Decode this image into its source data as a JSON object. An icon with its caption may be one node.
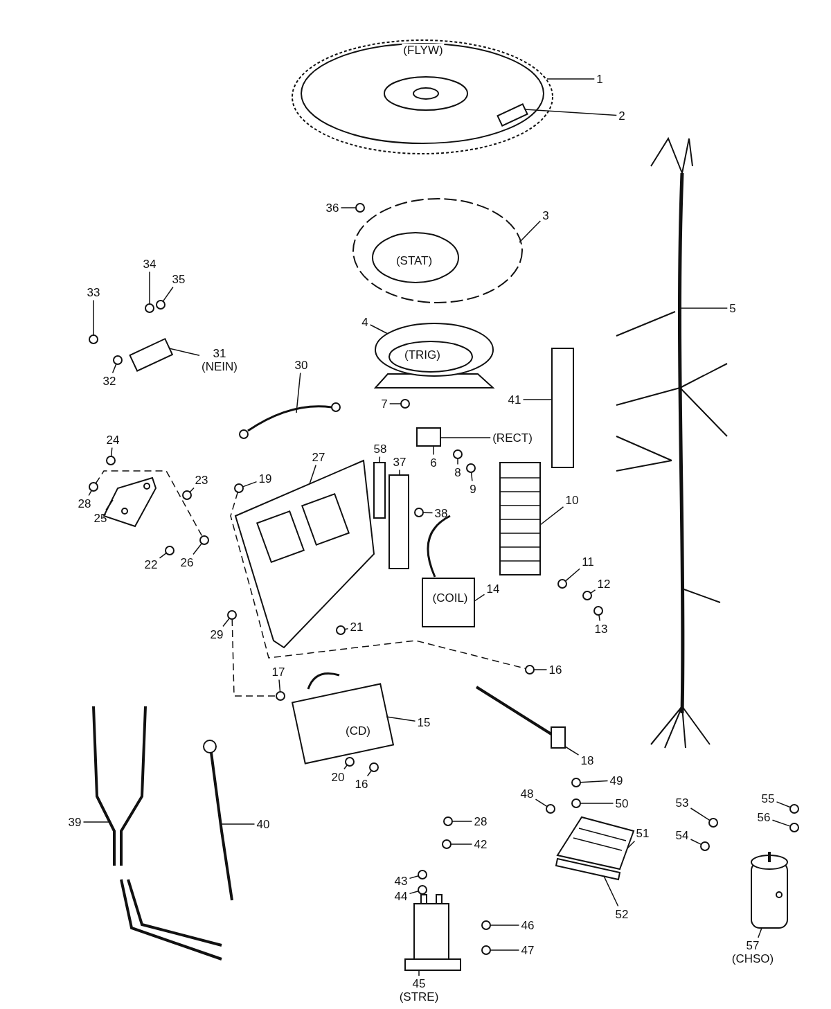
{
  "diagram": {
    "nodes": [
      {
        "text": [
          "1"
        ]
      },
      {
        "text": [
          "2"
        ]
      },
      {
        "text": [
          "36"
        ]
      },
      {
        "text": [
          "3"
        ]
      },
      {
        "text": [
          "5"
        ]
      },
      {
        "text": [
          "34"
        ]
      },
      {
        "text": [
          "35"
        ]
      },
      {
        "text": [
          "33"
        ]
      },
      {
        "text": [
          "32"
        ]
      },
      {
        "text": [
          "31",
          "(NEIN)"
        ]
      },
      {
        "text": [
          "4"
        ]
      },
      {
        "text": [
          "41"
        ]
      },
      {
        "text": [
          "30"
        ]
      },
      {
        "text": [
          "7"
        ]
      },
      {
        "text": [
          "(RECT)"
        ]
      },
      {
        "text": [
          "6"
        ]
      },
      {
        "text": [
          "8"
        ]
      },
      {
        "text": [
          "9"
        ]
      },
      {
        "text": [
          "24"
        ]
      },
      {
        "text": [
          "27"
        ]
      },
      {
        "text": [
          "58"
        ]
      },
      {
        "text": [
          "37"
        ]
      },
      {
        "text": [
          "19"
        ]
      },
      {
        "text": [
          "23"
        ]
      },
      {
        "text": [
          "28"
        ]
      },
      {
        "text": [
          "25"
        ]
      },
      {
        "text": [
          "10"
        ]
      },
      {
        "text": [
          "38"
        ]
      },
      {
        "text": [
          "22"
        ]
      },
      {
        "text": [
          "26"
        ]
      },
      {
        "text": [
          "14"
        ]
      },
      {
        "text": [
          "11"
        ]
      },
      {
        "text": [
          "12"
        ]
      },
      {
        "text": [
          "13"
        ]
      },
      {
        "text": [
          "29"
        ]
      },
      {
        "text": [
          "21"
        ]
      },
      {
        "text": [
          "16"
        ]
      },
      {
        "text": [
          "17"
        ]
      },
      {
        "text": [
          "15"
        ]
      },
      {
        "text": [
          "18"
        ]
      },
      {
        "text": [
          "39"
        ]
      },
      {
        "text": [
          "40"
        ]
      },
      {
        "text": [
          "20"
        ]
      },
      {
        "text": [
          "16"
        ]
      },
      {
        "text": [
          "28"
        ]
      },
      {
        "text": [
          "42"
        ]
      },
      {
        "text": [
          "48"
        ]
      },
      {
        "text": [
          "49"
        ]
      },
      {
        "text": [
          "50"
        ]
      },
      {
        "text": [
          "53"
        ]
      },
      {
        "text": [
          "55"
        ]
      },
      {
        "text": [
          "56"
        ]
      },
      {
        "text": [
          "54"
        ]
      },
      {
        "text": [
          "51"
        ]
      },
      {
        "text": [
          "43"
        ]
      },
      {
        "text": [
          "44"
        ]
      },
      {
        "text": [
          "46"
        ]
      },
      {
        "text": [
          "47"
        ]
      },
      {
        "text": [
          "52"
        ]
      },
      {
        "text": [
          "57",
          "(CHSO)"
        ]
      },
      {
        "text": [
          "45",
          "(STRE)"
        ]
      },
      {
        "text": [],
        "shape": "picture"
      },
      {
        "text": [],
        "shape": "box",
        "in": 61
      },
      {
        "text": [],
        "shape": "circle"
      },
      {
        "text": [],
        "shape": "picture"
      },
      {
        "text": [],
        "shape": "picture"
      },
      {
        "text": [],
        "shape": "circle"
      },
      {
        "text": [],
        "shape": "circle"
      },
      {
        "text": [],
        "shape": "circle"
      },
      {
        "text": [],
        "shape": "circle"
      },
      {
        "text": [],
        "shape": "box"
      },
      {
        "text": [],
        "shape": "picture"
      },
      {
        "text": [],
        "shape": "box"
      },
      {
        "text": [],
        "shape": "picture"
      },
      {
        "text": [],
        "shape": "circle"
      },
      {
        "text": [],
        "shape": "box"
      },
      {
        "text": [],
        "shape": "circle"
      },
      {
        "text": [],
        "shape": "circle"
      },
      {
        "text": [],
        "shape": "circle"
      },
      {
        "text": [],
        "shape": "picture"
      },
      {
        "text": [],
        "shape": "box"
      },
      {
        "text": [],
        "shape": "box"
      },
      {
        "text": [],
        "shape": "circle"
      },
      {
        "text": [],
        "shape": "circle"
      },
      {
        "text": [],
        "shape": "circle"
      },
      {
        "text": [],
        "shape": "picture"
      },
      {
        "text": [],
        "shape": "picture"
      },
      {
        "text": [],
        "shape": "circle"
      },
      {
        "text": [],
        "shape": "circle"
      },
      {
        "text": [],
        "shape": "circle"
      },
      {
        "text": [],
        "shape": "picture"
      },
      {
        "text": [],
        "shape": "circle"
      },
      {
        "text": [],
        "shape": "circle"
      },
      {
        "text": [],
        "shape": "circle"
      },
      {
        "text": [],
        "shape": "circle"
      },
      {
        "text": [],
        "shape": "circle"
      },
      {
        "text": [],
        "shape": "circle"
      },
      {
        "text": [],
        "shape": "circle"
      },
      {
        "text": [],
        "shape": "picture"
      },
      {
        "text": [],
        "shape": "picture"
      },
      {
        "text": [],
        "shape": "picture"
      },
      {
        "text": [],
        "shape": "picture"
      },
      {
        "text": [],
        "shape": "circle"
      },
      {
        "text": [],
        "shape": "circle"
      },
      {
        "text": [],
        "shape": "circle"
      },
      {
        "text": [],
        "shape": "circle"
      },
      {
        "text": [],
        "shape": "circle"
      },
      {
        "text": [],
        "shape": "circle"
      },
      {
        "text": [],
        "shape": "circle"
      },
      {
        "text": [],
        "shape": "circle"
      },
      {
        "text": [],
        "shape": "circle"
      },
      {
        "text": [],
        "shape": "circle"
      },
      {
        "text": [],
        "shape": "circle"
      },
      {
        "text": [],
        "shape": "picture"
      },
      {
        "text": [],
        "shape": "circle"
      },
      {
        "text": [],
        "shape": "circle"
      },
      {
        "text": [],
        "shape": "circle"
      },
      {
        "text": [],
        "shape": "circle"
      },
      {
        "text": [],
        "shape": "bar"
      },
      {
        "text": [],
        "shape": "picture"
      },
      {
        "text": [],
        "shape": "picture"
      }
    ],
    "edges": [
      {
        "from": 0,
        "to": 61,
        "arrow": "none"
      },
      {
        "from": 1,
        "to": 62,
        "arrow": "none"
      },
      {
        "from": 2,
        "to": 63,
        "arrow": "none"
      },
      {
        "from": 3,
        "to": 64,
        "arrow": "none"
      },
      {
        "from": 4,
        "to": 65,
        "arrow": "none"
      },
      {
        "from": 5,
        "to": 66,
        "arrow": "none"
      },
      {
        "from": 6,
        "to": 67,
        "arrow": "none"
      },
      {
        "from": 7,
        "to": 68,
        "arrow": "none"
      },
      {
        "from": 8,
        "to": 69,
        "arrow": "none"
      },
      {
        "from": 9,
        "to": 70,
        "arrow": "none"
      },
      {
        "from": 10,
        "to": 71,
        "arrow": "none"
      },
      {
        "from": 11,
        "to": 72,
        "arrow": "none"
      },
      {
        "from": 12,
        "to": 73,
        "arrow": "none"
      },
      {
        "from": 13,
        "to": 74,
        "arrow": "none"
      },
      {
        "from": 14,
        "to": 75,
        "arrow": "none"
      },
      {
        "from": 15,
        "to": 75,
        "arrow": "none"
      },
      {
        "from": 16,
        "to": 76,
        "arrow": "none"
      },
      {
        "from": 17,
        "to": 77,
        "arrow": "none"
      },
      {
        "from": 18,
        "to": 78,
        "arrow": "none"
      },
      {
        "from": 19,
        "to": 79,
        "arrow": "none"
      },
      {
        "from": 20,
        "to": 80,
        "arrow": "none"
      },
      {
        "from": 21,
        "to": 81,
        "arrow": "none"
      },
      {
        "from": 22,
        "to": 82,
        "arrow": "none"
      },
      {
        "from": 23,
        "to": 83,
        "arrow": "none"
      },
      {
        "from": 24,
        "to": 84,
        "arrow": "none"
      },
      {
        "from": 25,
        "to": 85,
        "arrow": "none"
      },
      {
        "from": 26,
        "to": 86,
        "arrow": "none"
      },
      {
        "from": 27,
        "to": 87,
        "arrow": "none"
      },
      {
        "from": 28,
        "to": 88,
        "arrow": "none"
      },
      {
        "from": 29,
        "to": 89,
        "arrow": "none"
      },
      {
        "from": 30,
        "to": 90,
        "arrow": "none"
      },
      {
        "from": 31,
        "to": 91,
        "arrow": "none"
      },
      {
        "from": 32,
        "to": 92,
        "arrow": "none"
      },
      {
        "from": 33,
        "to": 93,
        "arrow": "none"
      },
      {
        "from": 34,
        "to": 94,
        "arrow": "none"
      },
      {
        "from": 35,
        "to": 95,
        "arrow": "none"
      },
      {
        "from": 36,
        "to": 96,
        "arrow": "none"
      },
      {
        "from": 37,
        "to": 97,
        "arrow": "none"
      },
      {
        "from": 38,
        "to": 98,
        "arrow": "none"
      },
      {
        "from": 39,
        "to": 99,
        "arrow": "none"
      },
      {
        "from": 40,
        "to": 100,
        "arrow": "none"
      },
      {
        "from": 41,
        "to": 101,
        "arrow": "none"
      },
      {
        "from": 42,
        "to": 102,
        "arrow": "none"
      },
      {
        "from": 43,
        "to": 103,
        "arrow": "none"
      },
      {
        "from": 44,
        "to": 104,
        "arrow": "none"
      },
      {
        "from": 45,
        "to": 105,
        "arrow": "none"
      },
      {
        "from": 46,
        "to": 106,
        "arrow": "none"
      },
      {
        "from": 47,
        "to": 107,
        "arrow": "none"
      },
      {
        "from": 48,
        "to": 108,
        "arrow": "none"
      },
      {
        "from": 49,
        "to": 109,
        "arrow": "none"
      },
      {
        "from": 50,
        "to": 110,
        "arrow": "none"
      },
      {
        "from": 51,
        "to": 111,
        "arrow": "none"
      },
      {
        "from": 52,
        "to": 112,
        "arrow": "none"
      },
      {
        "from": 53,
        "to": 113,
        "arrow": "none"
      },
      {
        "from": 54,
        "to": 114,
        "arrow": "none"
      },
      {
        "from": 55,
        "to": 115,
        "arrow": "none"
      },
      {
        "from": 56,
        "to": 116,
        "arrow": "none"
      },
      {
        "from": 57,
        "to": 117,
        "arrow": "none"
      },
      {
        "from": 58,
        "to": 118,
        "arrow": "none"
      },
      {
        "from": 59,
        "to": 119,
        "arrow": "none"
      },
      {
        "from": 60,
        "to": 120,
        "arrow": "none"
      },
      {
        "from": 82,
        "to": 96,
        "arrow": "none",
        "style": "dashed"
      },
      {
        "from": 84,
        "to": 89,
        "arrow": "none",
        "style": "dashed"
      },
      {
        "from": 94,
        "to": 97,
        "arrow": "none",
        "style": "dashed"
      }
    ],
    "labels": [
      "(FLYW)",
      "(STAT)",
      "(TRIG)",
      "(COIL)",
      "(CD)"
    ]
  }
}
